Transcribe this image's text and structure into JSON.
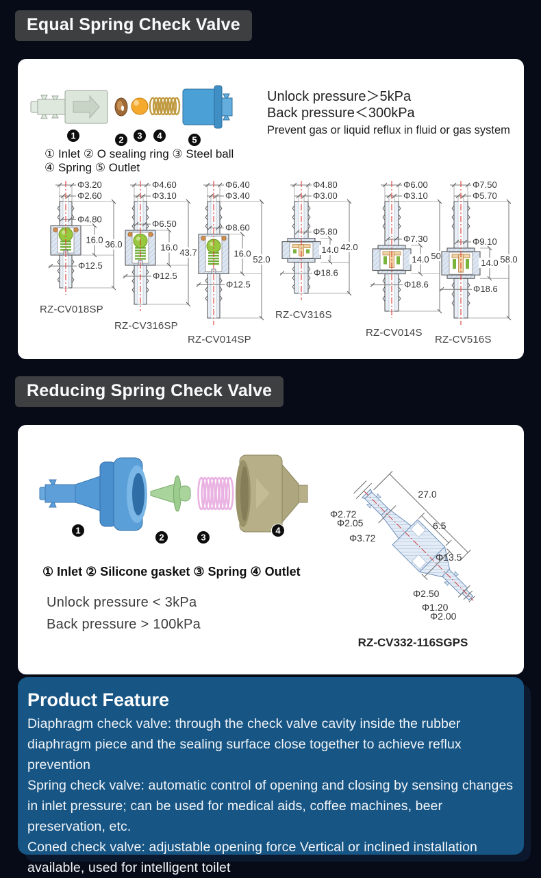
{
  "section_equal": {
    "title": "Equal Spring Check Valve",
    "spec_line1": "Unlock pressure＞5kPa",
    "spec_line2": "Back pressure＜300kPa",
    "note": "Prevent gas or liquid reflux in fluid or gas system",
    "parts_line1": "① Inlet ② O sealing ring ③ Steel ball",
    "parts_line2": "④ Spring ⑤ Outlet",
    "part_numbers": [
      "1",
      "2",
      "3",
      "4",
      "5"
    ],
    "part_names": [
      "inlet",
      "o-sealing-ring",
      "steel-ball",
      "spring",
      "outlet"
    ],
    "models": [
      {
        "name": "RZ-CV018SP",
        "type": "SP",
        "dims": {
          "barb_od": "Φ3.20",
          "barb_id": "Φ2.60",
          "neck": "Φ4.80",
          "inner": "16.0",
          "overall": "36.0",
          "body_od": "Φ12.5"
        }
      },
      {
        "name": "RZ-CV316SP",
        "type": "SP",
        "dims": {
          "barb_od": "Φ4.60",
          "barb_id": "Φ3.10",
          "neck": "Φ6.50",
          "inner": "16.0",
          "overall": "43.7",
          "body_od": "Φ12.5"
        }
      },
      {
        "name": "RZ-CV014SP",
        "type": "SP",
        "dims": {
          "barb_od": "Φ6.40",
          "barb_id": "Φ3.40",
          "neck": "Φ8.60",
          "inner": "16.0",
          "overall": "52.0",
          "body_od": "Φ12.5"
        }
      },
      {
        "name": "RZ-CV316S",
        "type": "S",
        "dims": {
          "barb_od": "Φ4.80",
          "barb_id": "Φ3.00",
          "neck": "Φ5.80",
          "inner": "14.0",
          "overall": "42.0",
          "body_od": "Φ18.6"
        }
      },
      {
        "name": "RZ-CV014S",
        "type": "S",
        "dims": {
          "barb_od": "Φ6.00",
          "barb_id": "Φ3.10",
          "neck": "Φ7.30",
          "inner": "14.0",
          "overall": "50.0",
          "body_od": "Φ18.6"
        }
      },
      {
        "name": "RZ-CV516S",
        "type": "S",
        "dims": {
          "barb_od": "Φ7.50",
          "barb_id": "Φ5.70",
          "neck": "Φ9.10",
          "inner": "14.0",
          "overall": "58.0",
          "body_od": "Φ18.6"
        }
      }
    ]
  },
  "section_reducing": {
    "title": "Reducing Spring Check Valve",
    "parts_line": "① Inlet ② Silicone gasket ③ Spring ④ Outlet",
    "spec_line1": "Unlock pressure < 3kPa",
    "spec_line2": "Back pressure > 100kPa",
    "part_numbers": [
      "1",
      "2",
      "3",
      "4"
    ],
    "part_names": [
      "inlet",
      "silicone-gasket",
      "spring",
      "outlet"
    ],
    "model": {
      "name": "RZ-CV332-116SGPS",
      "dims": {
        "overall": "27.0",
        "inlet_od": "Φ2.72",
        "inlet_id": "Φ2.05",
        "inlet_neck": "Φ3.72",
        "body_len": "6.5",
        "body_od": "Φ13.5",
        "outlet_neck": "Φ2.50",
        "outlet_id": "Φ1.20",
        "outlet_od": "Φ2.00"
      }
    }
  },
  "features": {
    "title": "Product Feature",
    "lines": [
      "Diaphragm check valve: through the check valve cavity inside the rubber diaphragm piece and the sealing surface close together to achieve reflux prevention",
      "Spring check valve: automatic control of opening and closing by sensing changes in inlet pressure; can be used for medical aids, coffee machines, beer preservation, etc.",
      "Coned check valve: adjustable opening force Vertical or inclined installation available, used for intelligent toilet"
    ]
  },
  "colors": {
    "background": "#060b17",
    "title_bar": "#3e3f41",
    "panel": "#ffffff",
    "feature_panel": "#175584",
    "centerline_red": "#e03a30",
    "drawing_hatch_blue": "#dde6f1",
    "ball_green": "#97c83e",
    "oring_brown": "#a06a38",
    "steel_ball_orange": "#f5a92d",
    "spring_gold": "#c09a40",
    "outlet_blue": "#4ba0d6",
    "inlet2_blue": "#5f9fd9",
    "gasket_green": "#a9d49c",
    "spring_pink": "#e9b2e2",
    "outlet2_olive": "#b6af88"
  }
}
